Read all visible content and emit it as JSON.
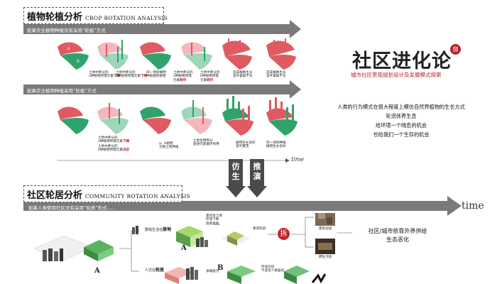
{
  "crop": {
    "title": "植物轮植分析",
    "title_en": "CROP ROTATION ANALYSIS",
    "row1_label": "如果农业植物种植没有采用“轮植”方式",
    "row2_label": "如果农业植物种植采用“轮植”方式",
    "row1_captions": [
      {
        "lines": [
          "土地中养分的",
          "a种植物所需元素"
        ],
        "key": "下降"
      },
      {
        "lines": [
          "土地中养分的",
          "b种植物所需元素"
        ],
        "key": "下降"
      },
      {
        "lines": [
          "同一地块播种",
          "种植相同植物"
        ],
        "key": ""
      },
      {
        "lines": [
          "土地中养分的",
          "a种植物所需",
          "元素"
        ],
        "key": "耗尽"
      },
      {
        "lines": [
          "土地中养分的",
          "b种植物所需",
          "元素"
        ],
        "key": "耗尽"
      },
      {
        "lines": [
          "造成植株生长",
          "茎叶萎缩不生"
        ],
        "key": ""
      },
      {
        "lines": [
          "造成植株生长",
          "茎叶萎缩不生"
        ],
        "key": ""
      }
    ],
    "row2_captions": [
      {
        "lines": [
          "土地中养分的",
          "a种植物所需元素"
        ],
        "key": "下降"
      },
      {
        "lines": [
          "土地中养分的",
          "b种植物所需元素"
        ],
        "key": "充足"
      },
      {
        "lines": [
          "a、b植物",
          "交换土地种植"
        ],
        "key": ""
      },
      {
        "lines": [
          "土地生物养分",
          "促进元素循环利用"
        ],
        "key": ""
      },
      {
        "lines": [
          "植物生长良好",
          "茎叶繁茂"
        ],
        "key": ""
      },
      {
        "lines": [
          "同一地块种植",
          "植物生长良好"
        ],
        "key": ""
      }
    ],
    "time_label": "time"
  },
  "center": {
    "title": "社区进化论",
    "seal": "捌",
    "subtitle": "城市社区景观规划设计及发展模式探索",
    "quote_lines": [
      "人类的行为模式在很大程度上模仿自然界植物的生长方式",
      "轮流休养生息",
      "给环境一个喘息的机会",
      "也给我们一个生存的机会"
    ],
    "arrow_left": "仿生",
    "arrow_right": "推演"
  },
  "community": {
    "title": "社区轮居分析",
    "title_en": "COMMUNITY ROTATION ANALYSIS",
    "row_label": "如果人类使用社区没有采用“轮居”形式......",
    "time_label": "time",
    "letter_a": "A",
    "letter_a2": "A",
    "letter_b": "B",
    "branch_top": {
      "lines": [
        "群组生活在"
      ],
      "key": "原地"
    },
    "branch_bottom": {
      "lines": [
        "人迁往"
      ],
      "key": "轮居"
    },
    "mid_top_caption": [
      "建筑及土地",
      "环境下降",
      "逐渐衰败"
    ],
    "mid_bottom_caption": [
      "承载能力"
    ],
    "right_top_caption": [
      "建筑陈旧"
    ],
    "right_bottom_caption": [
      "环境已经",
      "不适合人类居住"
    ],
    "chai": "拆",
    "photo_top_label": "建筑垃圾",
    "photo_bottom_label": "野生污染",
    "conclusion_line1": "社区/城市依靠外界供给",
    "conclusion_line2": "生态恶化"
  },
  "colors": {
    "red": "#e05a62",
    "green": "#2fa36b",
    "arrow": "#7a7a7a",
    "accent": "#b3212c"
  }
}
